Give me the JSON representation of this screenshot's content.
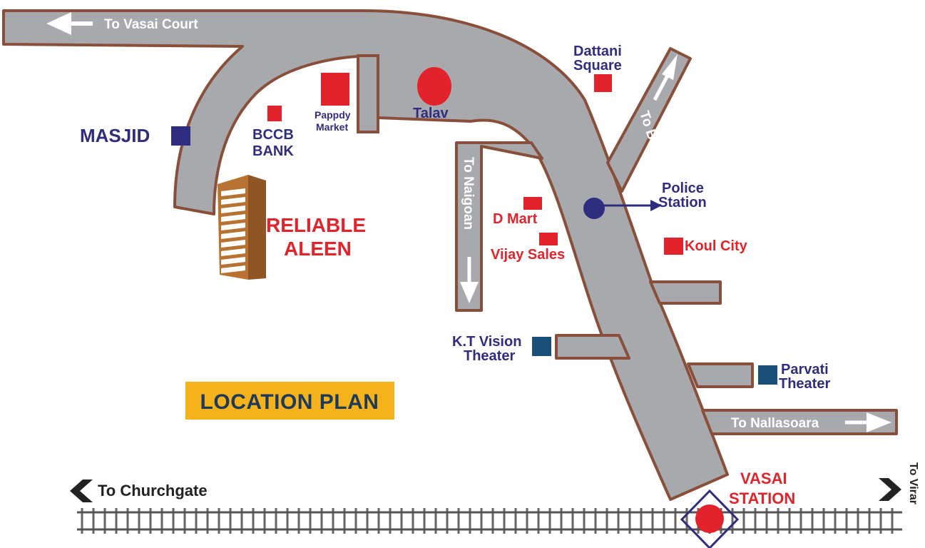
{
  "colors": {
    "road": "#a7a9ac",
    "road_border": "#8a4f3a",
    "red_marker": "#e3232c",
    "blue_marker": "#2e2d7f",
    "teal_marker": "#1a4f7a",
    "building": "#b87333",
    "plan_box": "#f5b21a",
    "rail": "#555555"
  },
  "roads": {
    "vasai_court": "To Vasai Court",
    "babhola": "To Babhola",
    "naigoan": "To Naigoan",
    "nallasoara": "To Nallasoara",
    "churchgate": "To Churchgate",
    "virar": "To Virar"
  },
  "places": {
    "masjid": "MASJID",
    "bccb_line1": "BCCB",
    "bccb_line2": "BANK",
    "pappdy_line1": "Pappdy",
    "pappdy_line2": "Market",
    "talav": "Talav",
    "dattani_line1": "Dattani",
    "dattani_line2": "Square",
    "police_line1": "Police",
    "police_line2": "Station",
    "dmart": "D Mart",
    "vijay": "Vijay Sales",
    "koul": "Koul City",
    "kt_line1": "K.T Vision",
    "kt_line2": "Theater",
    "parvati_line1": "Parvati",
    "parvati_line2": "Theater",
    "reliable_line1": "RELIABLE",
    "reliable_line2": "ALEEN",
    "vasai_line1": "VASAI",
    "vasai_line2": "STATION"
  },
  "plan_title": "LOCATION PLAN"
}
